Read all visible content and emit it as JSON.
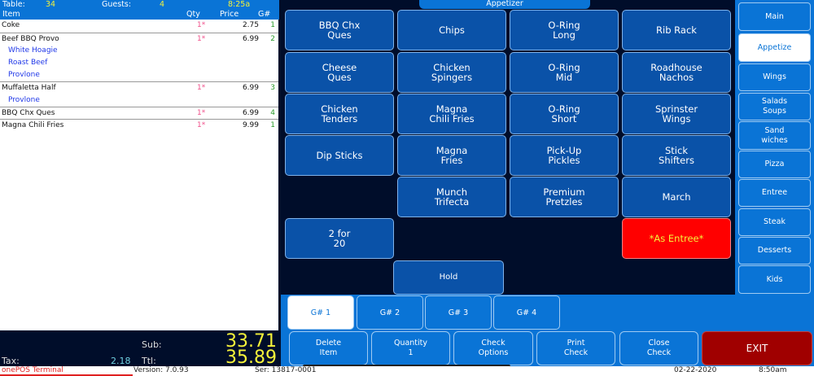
{
  "header": {
    "table_label": "Table:",
    "table": "34",
    "guests_label": "Guests:",
    "guests": "4",
    "time": "8:25a",
    "col_item": "Item",
    "col_qty": "Qty",
    "col_price": "Price",
    "col_g": "G#"
  },
  "items": [
    {
      "name": "Coke",
      "qty": "1*",
      "price": "2.75",
      "g": "1",
      "mods": []
    },
    {
      "name": "Beef BBQ Provo",
      "qty": "1*",
      "price": "6.99",
      "g": "2",
      "mods": [
        "White Hoagie",
        "Roast Beef",
        "Provlone"
      ]
    },
    {
      "name": "Muffaletta Half",
      "qty": "1*",
      "price": "6.99",
      "g": "3",
      "mods": [
        "Provlone"
      ]
    },
    {
      "name": "BBQ Chx Ques",
      "qty": "1*",
      "price": "6.99",
      "g": "4",
      "mods": []
    },
    {
      "name": "Magna Chili Fries",
      "qty": "1*",
      "price": "9.99",
      "g": "1",
      "mods": []
    }
  ],
  "totals": {
    "sub_label": "Sub:",
    "sub": "33.71",
    "tax_label": "Tax:",
    "tax": "2.18",
    "ttl_label": "Ttl:",
    "ttl": "35.89"
  },
  "status": {
    "app": "onePOS Terminal",
    "version": "Version: 7.0.93",
    "serial": "Ser: 13817-0001",
    "date": "02-22-2020",
    "time": "8:50am"
  },
  "menu": {
    "title": "Appetizer",
    "buttons": [
      "BBQ Chx\nQues",
      "Chips",
      "O-Ring\nLong",
      "Rib Rack",
      "Cheese\nQues",
      "Chicken\nSpingers",
      "O-Ring\nMid",
      "Roadhouse\nNachos",
      "Chicken\nTenders",
      "Magna\nChili Fries",
      "O-Ring\nShort",
      "Sprinster\nWings",
      "Dip Sticks",
      "Magna\nFries",
      "Pick-Up\nPickles",
      "Stick\nShifters",
      "Munch\nTrifecta",
      "Premium\nPretzles",
      "March",
      "2 for\n20",
      "*As Entree*"
    ],
    "hold": "Hold",
    "as_entree_color": "#ff0000"
  },
  "categories": [
    "Main",
    "Appetize",
    "Wings",
    "Salads\nSoups",
    "Sand\nwiches",
    "Pizza",
    "Entree",
    "Steak",
    "Desserts",
    "Kids"
  ],
  "guest_tabs": [
    "G# 1",
    "G# 2",
    "G# 3",
    "G# 4"
  ],
  "actions": [
    "Delete\nItem",
    "Quantity\n1",
    "Check\nOptions",
    "Print\nCheck",
    "Close\nCheck",
    "EXIT"
  ]
}
